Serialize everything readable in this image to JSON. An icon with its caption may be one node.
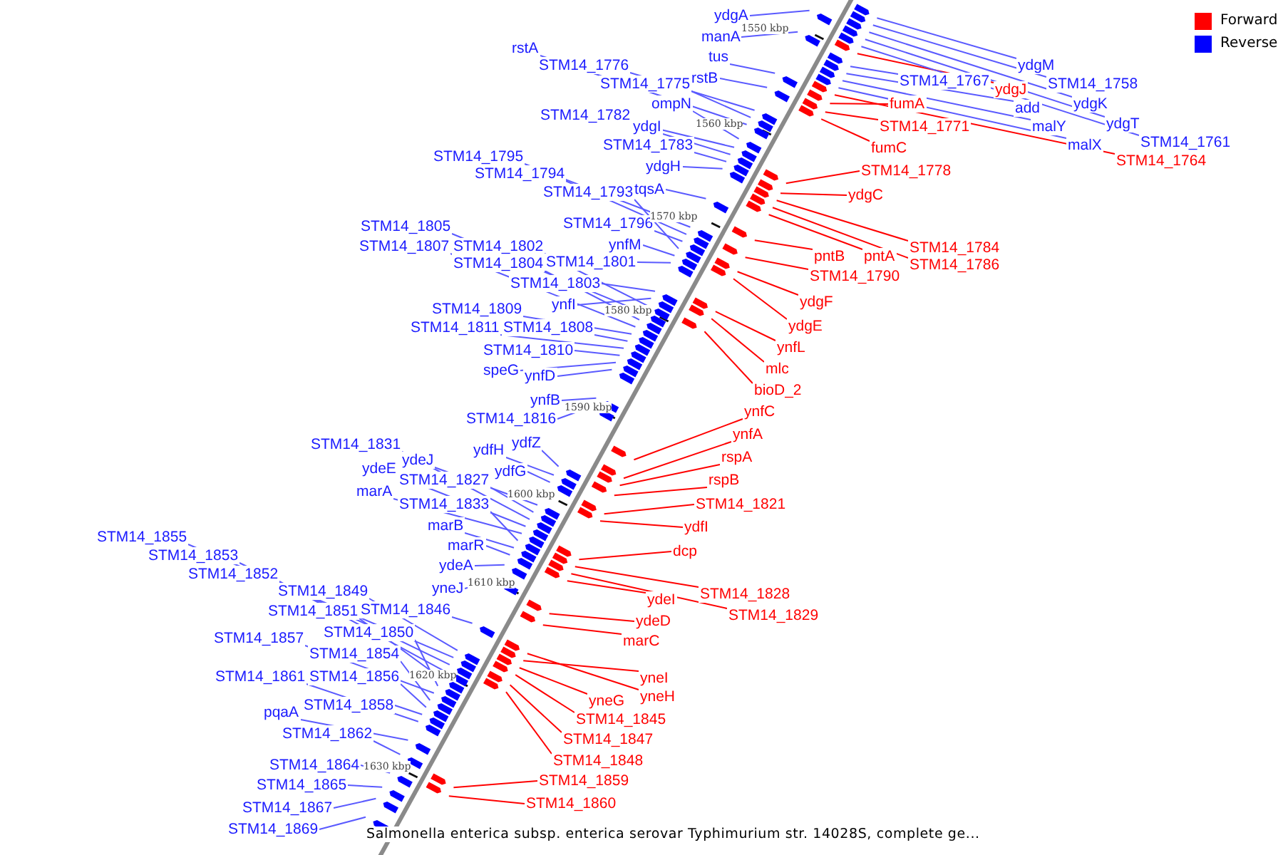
{
  "diagram": {
    "caption": "Salmonella enterica subsp. enterica serovar Typhimurium str. 14028S, complete ge...",
    "nodes": [
      {
        "text": [
          "ydgA"
        ]
      },
      {
        "text": [
          "ydgM"
        ]
      },
      {
        "text": [
          "manA"
        ]
      },
      {
        "text": [
          "rstA"
        ]
      },
      {
        "text": [
          "tus"
        ]
      },
      {
        "text": [
          "STM14_1776"
        ]
      },
      {
        "text": [
          "rstB"
        ]
      },
      {
        "text": [
          "STM14_1767"
        ]
      },
      {
        "text": [
          "STM14_1758"
        ]
      },
      {
        "text": [
          "STM14_1775"
        ]
      },
      {
        "text": [
          "ydgJ"
        ]
      },
      {
        "text": [
          "fumA"
        ]
      },
      {
        "text": [
          "ompN"
        ]
      },
      {
        "text": [
          "ydgK"
        ]
      },
      {
        "text": [
          "add"
        ]
      },
      {
        "text": [
          "STM14_1782"
        ]
      },
      {
        "text": [
          "ydgT"
        ]
      },
      {
        "text": [
          "ydgI"
        ]
      },
      {
        "text": [
          "STM14_1771"
        ]
      },
      {
        "text": [
          "malY"
        ]
      },
      {
        "text": [
          "STM14_1761"
        ]
      },
      {
        "text": [
          "STM14_1783"
        ]
      },
      {
        "text": [
          "malX"
        ]
      },
      {
        "text": [
          "fumC"
        ]
      },
      {
        "text": [
          "STM14_1795"
        ]
      },
      {
        "text": [
          "STM14_1764"
        ]
      },
      {
        "text": [
          "ydgH"
        ]
      },
      {
        "text": [
          "STM14_1778"
        ]
      },
      {
        "text": [
          "STM14_1794"
        ]
      },
      {
        "text": [
          "tqsA"
        ]
      },
      {
        "text": [
          "STM14_1793"
        ]
      },
      {
        "text": [
          "ydgC"
        ]
      },
      {
        "text": [
          "STM14_1796"
        ]
      },
      {
        "text": [
          "STM14_1805"
        ]
      },
      {
        "text": [
          "ynfM"
        ]
      },
      {
        "text": [
          "STM14_1807"
        ]
      },
      {
        "text": [
          "STM14_1802"
        ]
      },
      {
        "text": [
          "STM14_1784"
        ]
      },
      {
        "text": [
          "pntB"
        ]
      },
      {
        "text": [
          "pntA"
        ]
      },
      {
        "text": [
          "STM14_1801"
        ]
      },
      {
        "text": [
          "STM14_1804"
        ]
      },
      {
        "text": [
          "STM14_1786"
        ]
      },
      {
        "text": [
          "STM14_1790"
        ]
      },
      {
        "text": [
          "STM14_1803"
        ]
      },
      {
        "text": [
          "ydgF"
        ]
      },
      {
        "text": [
          "ynfI"
        ]
      },
      {
        "text": [
          "STM14_1809"
        ]
      },
      {
        "text": [
          "ydgE"
        ]
      },
      {
        "text": [
          "STM14_1811"
        ]
      },
      {
        "text": [
          "STM14_1808"
        ]
      },
      {
        "text": [
          "ynfL"
        ]
      },
      {
        "text": [
          "STM14_1810"
        ]
      },
      {
        "text": [
          "mlc"
        ]
      },
      {
        "text": [
          "speG"
        ]
      },
      {
        "text": [
          "ynfD"
        ]
      },
      {
        "text": [
          "bioD_2"
        ]
      },
      {
        "text": [
          "ynfB"
        ]
      },
      {
        "text": [
          "ynfC"
        ]
      },
      {
        "text": [
          "STM14_1816"
        ]
      },
      {
        "text": [
          "ynfA"
        ]
      },
      {
        "text": [
          "ydfZ"
        ]
      },
      {
        "text": [
          "STM14_1831"
        ]
      },
      {
        "text": [
          "ydfH"
        ]
      },
      {
        "text": [
          "rspA"
        ]
      },
      {
        "text": [
          "ydeJ"
        ]
      },
      {
        "text": [
          "ydeE"
        ]
      },
      {
        "text": [
          "ydfG"
        ]
      },
      {
        "text": [
          "STM14_1827"
        ]
      },
      {
        "text": [
          "rspB"
        ]
      },
      {
        "text": [
          "marA"
        ]
      },
      {
        "text": [
          "STM14_1821"
        ]
      },
      {
        "text": [
          "STM14_1833"
        ]
      },
      {
        "text": [
          "marB"
        ]
      },
      {
        "text": [
          "ydfI"
        ]
      },
      {
        "text": [
          "STM14_1855"
        ]
      },
      {
        "text": [
          "marR"
        ]
      },
      {
        "text": [
          "dcp"
        ]
      },
      {
        "text": [
          "STM14_1853"
        ]
      },
      {
        "text": [
          "ydeA"
        ]
      },
      {
        "text": [
          "STM14_1852"
        ]
      },
      {
        "text": [
          "yneJ"
        ]
      },
      {
        "text": [
          "STM14_1849"
        ]
      },
      {
        "text": [
          "ydeI"
        ]
      },
      {
        "text": [
          "STM14_1828"
        ]
      },
      {
        "text": [
          "STM14_1851"
        ]
      },
      {
        "text": [
          "STM14_1846"
        ]
      },
      {
        "text": [
          "STM14_1829"
        ]
      },
      {
        "text": [
          "ydeD"
        ]
      },
      {
        "text": [
          "STM14_1850"
        ]
      },
      {
        "text": [
          "STM14_1857"
        ]
      },
      {
        "text": [
          "marC"
        ]
      },
      {
        "text": [
          "STM14_1854"
        ]
      },
      {
        "text": [
          "STM14_1861"
        ]
      },
      {
        "text": [
          "STM14_1856"
        ]
      },
      {
        "text": [
          "yneI"
        ]
      },
      {
        "text": [
          "yneG"
        ]
      },
      {
        "text": [
          "yneH"
        ]
      },
      {
        "text": [
          "STM14_1858"
        ]
      },
      {
        "text": [
          "pqaA"
        ]
      },
      {
        "text": [
          "STM14_1845"
        ]
      },
      {
        "text": [
          "STM14_1862"
        ]
      },
      {
        "text": [
          "STM14_1847"
        ]
      },
      {
        "text": [
          "STM14_1848"
        ]
      },
      {
        "text": [
          "STM14_1864"
        ]
      },
      {
        "text": [
          "STM14_1859"
        ]
      },
      {
        "text": [
          "STM14_1865"
        ]
      },
      {
        "text": [
          "STM14_1860"
        ]
      },
      {
        "text": [
          "STM14_1867"
        ]
      },
      {
        "text": [
          "STM14_1869"
        ]
      },
      {
        "text": [],
        "shape": "pentagon"
      },
      {
        "text": [],
        "shape": "pentagon"
      },
      {
        "text": [],
        "shape": "pentagon"
      },
      {
        "text": [],
        "shape": "pentagon"
      },
      {
        "text": [],
        "shape": "pentagon"
      },
      {
        "text": [],
        "shape": "pentagon"
      },
      {
        "text": [],
        "shape": "pentagon"
      },
      {
        "text": [],
        "shape": "pentagon"
      },
      {
        "text": [],
        "shape": "pentagon"
      },
      {
        "text": [],
        "shape": "pentagon"
      },
      {
        "text": [],
        "shape": "pentagon"
      },
      {
        "text": [],
        "shape": "pentagon"
      },
      {
        "text": [],
        "shape": "pentagon"
      },
      {
        "text": [],
        "shape": "pentagon"
      },
      {
        "text": [],
        "shape": "pentagon"
      },
      {
        "text": [],
        "shape": "pentagon"
      },
      {
        "text": [],
        "shape": "pentagon"
      },
      {
        "text": [],
        "shape": "pentagon"
      },
      {
        "text": [],
        "shape": "pentagon"
      },
      {
        "text": [],
        "shape": "pentagon"
      },
      {
        "text": [],
        "shape": "pentagon"
      },
      {
        "text": [],
        "shape": "pentagon"
      },
      {
        "text": [],
        "shape": "pentagon"
      },
      {
        "text": [],
        "shape": "pentagon"
      },
      {
        "text": [],
        "shape": "pentagon"
      },
      {
        "text": [],
        "shape": "pentagon"
      },
      {
        "text": [],
        "shape": "pentagon"
      },
      {
        "text": [],
        "shape": "pentagon"
      },
      {
        "text": [],
        "shape": "pentagon"
      },
      {
        "text": [],
        "shape": "pentagon"
      },
      {
        "text": [],
        "shape": "pentagon"
      },
      {
        "text": [],
        "shape": "pentagon"
      },
      {
        "text": [],
        "shape": "pentagon"
      },
      {
        "text": [],
        "shape": "pentagon"
      },
      {
        "text": [],
        "shape": "pentagon"
      },
      {
        "text": [],
        "shape": "pentagon"
      },
      {
        "text": [],
        "shape": "pentagon"
      },
      {
        "text": [],
        "shape": "pentagon"
      },
      {
        "text": [],
        "shape": "pentagon"
      },
      {
        "text": [],
        "shape": "pentagon"
      },
      {
        "text": [],
        "shape": "pentagon"
      },
      {
        "text": [],
        "shape": "pentagon"
      },
      {
        "text": [],
        "shape": "pentagon"
      },
      {
        "text": [],
        "shape": "pentagon"
      },
      {
        "text": [],
        "shape": "pentagon"
      },
      {
        "text": [],
        "shape": "pentagon"
      },
      {
        "text": [],
        "shape": "pentagon"
      },
      {
        "text": [],
        "shape": "pentagon"
      },
      {
        "text": [],
        "shape": "pentagon"
      },
      {
        "text": [],
        "shape": "pentagon"
      },
      {
        "text": [],
        "shape": "pentagon"
      },
      {
        "text": [],
        "shape": "pentagon"
      },
      {
        "text": [],
        "shape": "pentagon"
      },
      {
        "text": [],
        "shape": "pentagon"
      },
      {
        "text": [],
        "shape": "pentagon"
      },
      {
        "text": [],
        "shape": "pentagon"
      },
      {
        "text": [],
        "shape": "pentagon"
      },
      {
        "text": [],
        "shape": "pentagon"
      },
      {
        "text": [],
        "shape": "pentagon"
      },
      {
        "text": [],
        "shape": "pentagon"
      },
      {
        "text": [],
        "shape": "pentagon"
      },
      {
        "text": [],
        "shape": "pentagon"
      },
      {
        "text": [],
        "shape": "pentagon"
      },
      {
        "text": [],
        "shape": "pentagon"
      },
      {
        "text": [],
        "shape": "pentagon"
      },
      {
        "text": [],
        "shape": "pentagon"
      },
      {
        "text": [],
        "shape": "pentagon"
      },
      {
        "text": [],
        "shape": "pentagon"
      },
      {
        "text": [],
        "shape": "pentagon"
      },
      {
        "text": [],
        "shape": "pentagon"
      },
      {
        "text": [],
        "shape": "pentagon"
      },
      {
        "text": [],
        "shape": "pentagon"
      },
      {
        "text": [],
        "shape": "pentagon"
      },
      {
        "text": [],
        "shape": "pentagon"
      },
      {
        "text": [],
        "shape": "pentagon"
      },
      {
        "text": [],
        "shape": "pentagon"
      },
      {
        "text": [],
        "shape": "pentagon"
      },
      {
        "text": [],
        "shape": "pentagon"
      },
      {
        "text": [],
        "shape": "pentagon"
      },
      {
        "text": [],
        "shape": "pentagon"
      },
      {
        "text": [],
        "shape": "pentagon"
      },
      {
        "text": [],
        "shape": "pentagon"
      },
      {
        "text": [],
        "shape": "pentagon"
      },
      {
        "text": [],
        "shape": "pentagon"
      },
      {
        "text": [],
        "shape": "pentagon"
      },
      {
        "text": [],
        "shape": "pentagon"
      },
      {
        "text": [],
        "shape": "pentagon"
      },
      {
        "text": [],
        "shape": "pentagon"
      },
      {
        "text": [],
        "shape": "pentagon"
      },
      {
        "text": [],
        "shape": "pentagon"
      },
      {
        "text": [],
        "shape": "pentagon"
      },
      {
        "text": [],
        "shape": "pentagon"
      },
      {
        "text": [],
        "shape": "pentagon"
      },
      {
        "text": [],
        "shape": "pentagon"
      },
      {
        "text": [],
        "shape": "pentagon"
      },
      {
        "text": [],
        "shape": "pentagon"
      },
      {
        "text": [],
        "shape": "pentagon"
      },
      {
        "text": [],
        "shape": "pentagon"
      },
      {
        "text": [],
        "shape": "pentagon"
      },
      {
        "text": [],
        "shape": "pentagon"
      },
      {
        "text": [],
        "shape": "pentagon"
      },
      {
        "text": [],
        "shape": "pentagon"
      },
      {
        "text": [],
        "shape": "pentagon"
      },
      {
        "text": [],
        "shape": "pentagon"
      },
      {
        "text": [],
        "shape": "pentagon"
      },
      {
        "text": [],
        "shape": "pentagon"
      },
      {
        "text": [],
        "shape": "pentagon"
      },
      {
        "text": [],
        "shape": "pentagon"
      },
      {
        "text": [],
        "shape": "pentagon"
      },
      {
        "text": [],
        "shape": "pentagon"
      }
    ],
    "edges": [
      {
        "from": 0,
        "to": 110,
        "arrow": "none"
      },
      {
        "from": 1,
        "to": 111,
        "arrow": "none"
      },
      {
        "from": 2,
        "to": 112,
        "arrow": "none"
      },
      {
        "from": 3,
        "to": 113,
        "arrow": "none"
      },
      {
        "from": 4,
        "to": 114,
        "arrow": "none"
      },
      {
        "from": 5,
        "to": 115,
        "arrow": "none"
      },
      {
        "from": 6,
        "to": 116,
        "arrow": "none"
      },
      {
        "from": 7,
        "to": 117,
        "arrow": "none"
      },
      {
        "from": 8,
        "to": 118,
        "arrow": "none"
      },
      {
        "from": 9,
        "to": 119,
        "arrow": "none"
      },
      {
        "from": 10,
        "to": 120,
        "arrow": "none",
        "color": "#ff0000"
      },
      {
        "from": 11,
        "to": 121,
        "arrow": "none",
        "color": "#ff0000"
      },
      {
        "from": 12,
        "to": 122,
        "arrow": "none"
      },
      {
        "from": 13,
        "to": 123,
        "arrow": "none"
      },
      {
        "from": 14,
        "to": 124,
        "arrow": "none"
      },
      {
        "from": 15,
        "to": 125,
        "arrow": "none"
      },
      {
        "from": 16,
        "to": 126,
        "arrow": "none"
      },
      {
        "from": 17,
        "to": 127,
        "arrow": "none"
      },
      {
        "from": 18,
        "to": 128,
        "arrow": "none",
        "color": "#ff0000"
      },
      {
        "from": 19,
        "to": 129,
        "arrow": "none"
      },
      {
        "from": 20,
        "to": 130,
        "arrow": "none"
      },
      {
        "from": 21,
        "to": 131,
        "arrow": "none"
      },
      {
        "from": 22,
        "to": 132,
        "arrow": "none"
      },
      {
        "from": 23,
        "to": 133,
        "arrow": "none",
        "color": "#ff0000"
      },
      {
        "from": 24,
        "to": 134,
        "arrow": "none"
      },
      {
        "from": 25,
        "to": 135,
        "arrow": "none",
        "color": "#ff0000"
      },
      {
        "from": 26,
        "to": 136,
        "arrow": "none"
      },
      {
        "from": 27,
        "to": 137,
        "arrow": "none",
        "color": "#ff0000"
      },
      {
        "from": 28,
        "to": 138,
        "arrow": "none"
      },
      {
        "from": 29,
        "to": 139,
        "arrow": "none"
      },
      {
        "from": 30,
        "to": 140,
        "arrow": "none"
      },
      {
        "from": 31,
        "to": 141,
        "arrow": "none",
        "color": "#ff0000"
      },
      {
        "from": 32,
        "to": 142,
        "arrow": "none"
      },
      {
        "from": 33,
        "to": 143,
        "arrow": "none"
      },
      {
        "from": 34,
        "to": 144,
        "arrow": "none"
      },
      {
        "from": 35,
        "to": 145,
        "arrow": "none"
      },
      {
        "from": 36,
        "to": 146,
        "arrow": "none"
      },
      {
        "from": 37,
        "to": 147,
        "arrow": "none",
        "color": "#ff0000"
      },
      {
        "from": 38,
        "to": 148,
        "arrow": "none",
        "color": "#ff0000"
      },
      {
        "from": 39,
        "to": 149,
        "arrow": "none",
        "color": "#ff0000"
      },
      {
        "from": 40,
        "to": 150,
        "arrow": "none"
      },
      {
        "from": 41,
        "to": 151,
        "arrow": "none"
      },
      {
        "from": 42,
        "to": 152,
        "arrow": "none",
        "color": "#ff0000"
      },
      {
        "from": 43,
        "to": 153,
        "arrow": "none",
        "color": "#ff0000"
      },
      {
        "from": 44,
        "to": 154,
        "arrow": "none"
      },
      {
        "from": 45,
        "to": 155,
        "arrow": "none",
        "color": "#ff0000"
      },
      {
        "from": 46,
        "to": 156,
        "arrow": "none"
      },
      {
        "from": 47,
        "to": 157,
        "arrow": "none"
      },
      {
        "from": 48,
        "to": 158,
        "arrow": "none",
        "color": "#ff0000"
      },
      {
        "from": 49,
        "to": 159,
        "arrow": "none"
      },
      {
        "from": 50,
        "to": 160,
        "arrow": "none"
      },
      {
        "from": 51,
        "to": 161,
        "arrow": "none",
        "color": "#ff0000"
      },
      {
        "from": 52,
        "to": 162,
        "arrow": "none"
      },
      {
        "from": 53,
        "to": 163,
        "arrow": "none",
        "color": "#ff0000"
      },
      {
        "from": 54,
        "to": 164,
        "arrow": "none"
      },
      {
        "from": 55,
        "to": 165,
        "arrow": "none"
      },
      {
        "from": 56,
        "to": 166,
        "arrow": "none",
        "color": "#ff0000"
      },
      {
        "from": 57,
        "to": 167,
        "arrow": "none"
      },
      {
        "from": 58,
        "to": 168,
        "arrow": "none",
        "color": "#ff0000"
      },
      {
        "from": 59,
        "to": 169,
        "arrow": "none"
      },
      {
        "from": 60,
        "to": 170,
        "arrow": "none",
        "color": "#ff0000"
      },
      {
        "from": 61,
        "to": 171,
        "arrow": "none"
      },
      {
        "from": 62,
        "to": 172,
        "arrow": "none"
      },
      {
        "from": 63,
        "to": 173,
        "arrow": "none"
      },
      {
        "from": 64,
        "to": 174,
        "arrow": "none",
        "color": "#ff0000"
      },
      {
        "from": 65,
        "to": 175,
        "arrow": "none"
      },
      {
        "from": 66,
        "to": 176,
        "arrow": "none"
      },
      {
        "from": 67,
        "to": 177,
        "arrow": "none"
      },
      {
        "from": 68,
        "to": 178,
        "arrow": "none"
      },
      {
        "from": 69,
        "to": 179,
        "arrow": "none",
        "color": "#ff0000"
      },
      {
        "from": 70,
        "to": 180,
        "arrow": "none"
      },
      {
        "from": 71,
        "to": 181,
        "arrow": "none",
        "color": "#ff0000"
      },
      {
        "from": 72,
        "to": 182,
        "arrow": "none"
      },
      {
        "from": 73,
        "to": 183,
        "arrow": "none"
      },
      {
        "from": 74,
        "to": 184,
        "arrow": "none",
        "color": "#ff0000"
      },
      {
        "from": 75,
        "to": 185,
        "arrow": "none"
      },
      {
        "from": 76,
        "to": 186,
        "arrow": "none"
      },
      {
        "from": 77,
        "to": 187,
        "arrow": "none",
        "color": "#ff0000"
      },
      {
        "from": 78,
        "to": 188,
        "arrow": "none"
      },
      {
        "from": 79,
        "to": 189,
        "arrow": "none"
      },
      {
        "from": 80,
        "to": 190,
        "arrow": "none"
      },
      {
        "from": 81,
        "to": 191,
        "arrow": "none"
      },
      {
        "from": 82,
        "to": 192,
        "arrow": "none"
      },
      {
        "from": 83,
        "to": 193,
        "arrow": "none",
        "color": "#ff0000"
      },
      {
        "from": 84,
        "to": 194,
        "arrow": "none",
        "color": "#ff0000"
      },
      {
        "from": 85,
        "to": 195,
        "arrow": "none"
      },
      {
        "from": 86,
        "to": 196,
        "arrow": "none"
      },
      {
        "from": 87,
        "to": 197,
        "arrow": "none",
        "color": "#ff0000"
      },
      {
        "from": 88,
        "to": 198,
        "arrow": "none",
        "color": "#ff0000"
      },
      {
        "from": 89,
        "to": 199,
        "arrow": "none"
      },
      {
        "from": 90,
        "to": 200,
        "arrow": "none"
      },
      {
        "from": 91,
        "to": 201,
        "arrow": "none",
        "color": "#ff0000"
      },
      {
        "from": 92,
        "to": 202,
        "arrow": "none"
      },
      {
        "from": 93,
        "to": 203,
        "arrow": "none"
      },
      {
        "from": 94,
        "to": 204,
        "arrow": "none"
      },
      {
        "from": 95,
        "to": 205,
        "arrow": "none",
        "color": "#ff0000"
      },
      {
        "from": 96,
        "to": 206,
        "arrow": "none",
        "color": "#ff0000"
      },
      {
        "from": 97,
        "to": 207,
        "arrow": "none",
        "color": "#ff0000"
      },
      {
        "from": 98,
        "to": 208,
        "arrow": "none"
      },
      {
        "from": 99,
        "to": 209,
        "arrow": "none"
      },
      {
        "from": 100,
        "to": 210,
        "arrow": "none",
        "color": "#ff0000"
      },
      {
        "from": 101,
        "to": 211,
        "arrow": "none"
      },
      {
        "from": 102,
        "to": 212,
        "arrow": "none",
        "color": "#ff0000"
      },
      {
        "from": 103,
        "to": 213,
        "arrow": "none",
        "color": "#ff0000"
      },
      {
        "from": 104,
        "to": 214,
        "arrow": "none"
      },
      {
        "from": 105,
        "to": 215,
        "arrow": "none",
        "color": "#ff0000"
      },
      {
        "from": 106,
        "to": 216,
        "arrow": "none"
      },
      {
        "from": 107,
        "to": 217,
        "arrow": "none",
        "color": "#ff0000"
      },
      {
        "from": 108,
        "to": 218,
        "arrow": "none"
      },
      {
        "from": 109,
        "to": 219,
        "arrow": "none"
      }
    ],
    "labels": [
      "1550 kbp",
      "1560 kbp",
      "1570 kbp",
      "1580 kbp",
      "1590 kbp",
      "1600 kbp",
      "1610 kbp",
      "1620 kbp",
      "1630 kbp"
    ],
    "legend": [
      {
        "text": "Forward",
        "color": "#ff0000"
      },
      {
        "text": "Reverse",
        "color": "#0000ff"
      }
    ]
  }
}
